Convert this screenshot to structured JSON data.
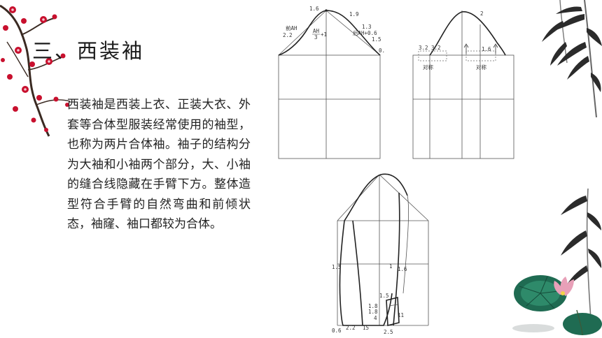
{
  "slide": {
    "title": "三、西装袖",
    "body": "西装袖是西装上衣、正装大衣、外套等合体型服装经常使用的袖型，也称为两片合体袖。袖子的结构分为大袖和小袖两个部分，大、小袖的缝合线隐藏在手臂下方。整体造型符合手臂的自然弯曲和前倾状态，袖窿、袖口都较为合体。"
  },
  "diagram_left": {
    "labels": {
      "top": "1.6",
      "top_right": "1.9",
      "front_ah": "前AH",
      "left_offset": "2.2",
      "center_ah": "AH",
      "center_denominator": "3",
      "center_plus": "+1",
      "right_a": "1.3",
      "back_ah": "后AH+0.6",
      "right_b": "1.5",
      "right_c": "0.5"
    }
  },
  "diagram_right": {
    "labels": {
      "top": "2",
      "left_a": "3.2",
      "left_b": "3.2",
      "left_sym": "对称",
      "right_val": "1.6",
      "right_sym": "对称"
    }
  },
  "diagram_bottom": {
    "labels": {
      "left_mid": "1.5",
      "right_mid_a": "1",
      "right_mid_b": "1.6",
      "cuff_a": "1.5",
      "cuff_b": "1.8",
      "cuff_c": "1.8",
      "cuff_d": "4",
      "cuff_e": "11",
      "bottom_a": "0.6",
      "bottom_b": "2.2",
      "bottom_c": "15",
      "bottom_d": "2.5"
    }
  },
  "colors": {
    "blossom": "#c8102e",
    "branch": "#3a2a22",
    "bamboo": "#2b2b2b",
    "lotus_leaf": "#1f6b52",
    "lotus_flower": "#e8a0b8"
  }
}
